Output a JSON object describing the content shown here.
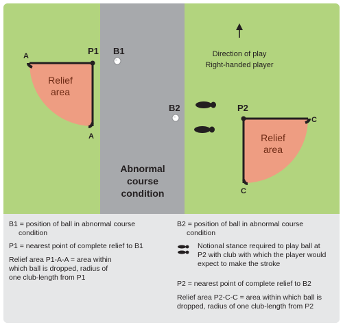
{
  "labels": {
    "b1": "B1",
    "b2": "B2",
    "p1": "P1",
    "p2": "P2",
    "a_top": "A",
    "a_bottom": "A",
    "c_right": "C",
    "c_bottom": "C",
    "relief_area_1": [
      "Relief",
      "area"
    ],
    "relief_area_2": [
      "Relief",
      "area"
    ],
    "abnormal_condition": [
      "Abnormal",
      "course",
      "condition"
    ],
    "direction": [
      "Direction of play",
      "Right-handed player"
    ]
  },
  "legend": {
    "left": [
      {
        "lead": "B1 = position of ball in abnormal course",
        "cont": "condition"
      },
      {
        "lead": "P1 = nearest point of complete relief to B1",
        "cont": ""
      },
      {
        "lead": "Relief area P1-A-A = area within",
        "cont": "",
        "extra": [
          "which ball is dropped, radius of",
          "one club-length from P1"
        ]
      }
    ],
    "right": [
      {
        "lead": "B2 = position of ball in abnormal course",
        "cont": "condition"
      },
      {
        "lead": "Notional stance required to play ball at",
        "extra": [
          "P2 with club with which the player would",
          "expect to make the stroke"
        ]
      },
      {
        "lead": "P2 = nearest point of complete relief to B2"
      },
      {
        "lead": "Relief area P2-C-C = area within which ball is",
        "extra": [
          "dropped, radius of one club-length from P2"
        ]
      }
    ]
  },
  "colors": {
    "grass": "#b2d47e",
    "abnormal": "#a7a9ac",
    "relief": "#ee9d82",
    "legend_bg": "#e6e7e8",
    "ink": "#231f20"
  },
  "icons": {
    "ball": "golf-ball",
    "stance": "footprints-stance",
    "arrow": "up-arrow"
  }
}
